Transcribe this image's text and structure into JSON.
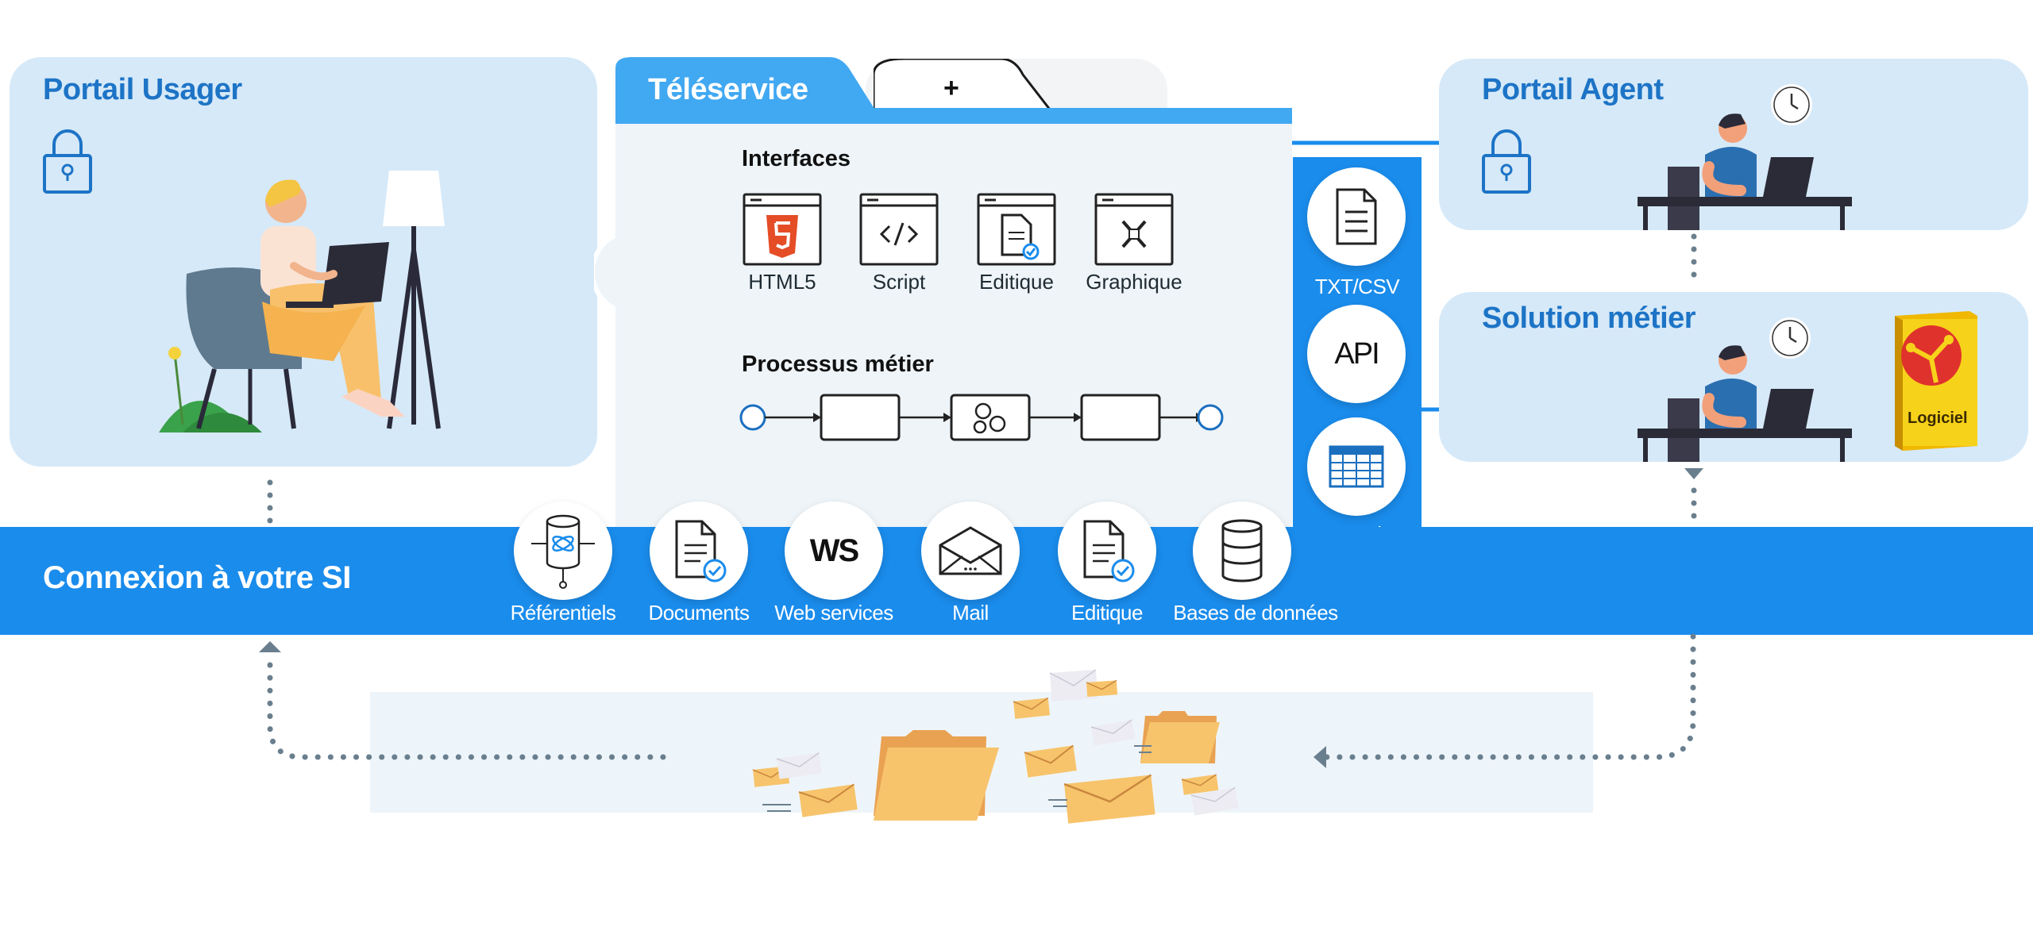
{
  "portail_usager": {
    "title": "Portail Usager"
  },
  "teleservice": {
    "tab_label": "Téléservice",
    "tab_add": "+",
    "interfaces": {
      "heading": "Interfaces",
      "items": [
        {
          "label": "HTML5",
          "icon": "html5-icon"
        },
        {
          "label": "Script",
          "icon": "code-icon"
        },
        {
          "label": "Editique",
          "icon": "document-check-icon"
        },
        {
          "label": "Graphique",
          "icon": "design-tools-icon"
        }
      ]
    },
    "processus": {
      "heading": "Processus métier"
    }
  },
  "exports": [
    {
      "label": "TXT/CSV",
      "icon": "text-file-icon"
    },
    {
      "label": "",
      "icon_text": "API"
    },
    {
      "label": "Excel",
      "icon": "spreadsheet-icon"
    }
  ],
  "portail_agent": {
    "title": "Portail Agent"
  },
  "solution_metier": {
    "title": "Solution métier",
    "box_label": "Logiciel"
  },
  "connexion": {
    "title": "Connexion à votre SI",
    "items": [
      {
        "label": "Référentiels",
        "icon": "database-network-icon"
      },
      {
        "label": "Documents",
        "icon": "document-check-icon"
      },
      {
        "label": "Web services",
        "icon_text": "WS"
      },
      {
        "label": "Mail",
        "icon": "envelope-icon"
      },
      {
        "label": "Editique",
        "icon": "document-check-icon"
      },
      {
        "label": "Bases de données",
        "icon": "database-icon"
      }
    ]
  },
  "colors": {
    "accent": "#1a8cec",
    "panel": "#d6e9f8",
    "title": "#1d74c6",
    "folder": "#f7c46c",
    "html5": "#e44d26"
  }
}
